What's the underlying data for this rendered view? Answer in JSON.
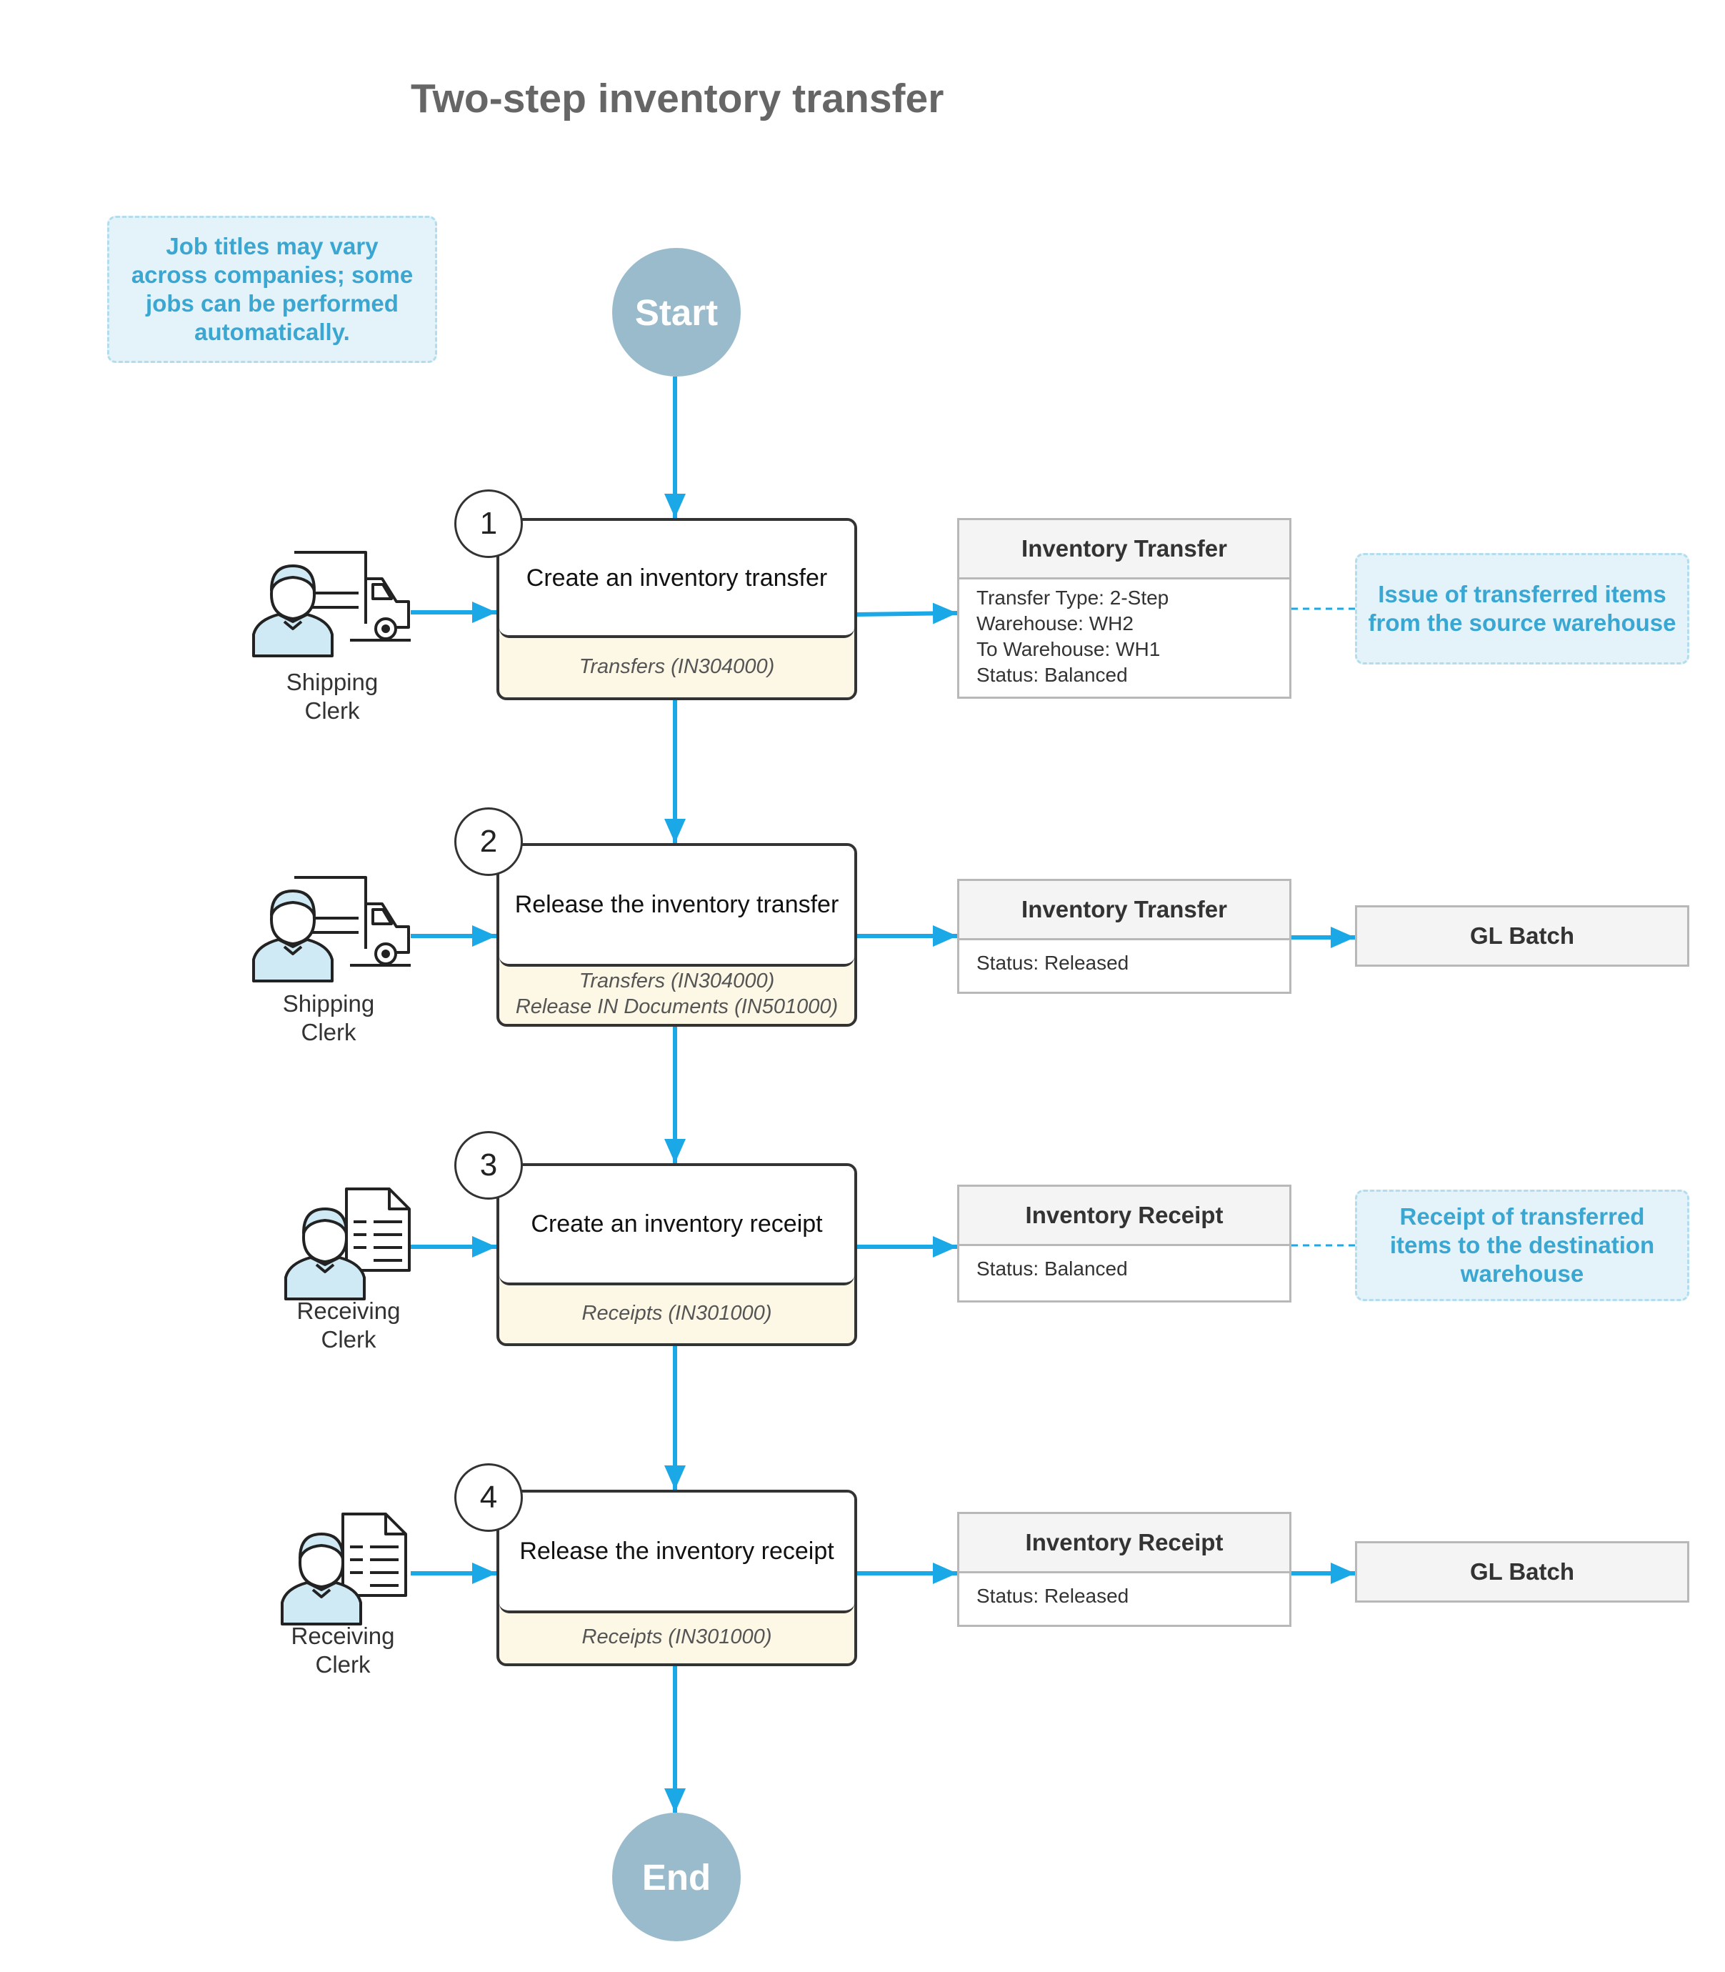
{
  "title": "Two-step inventory transfer",
  "note": "Job titles may vary\nacross companies; some\njobs can be performed\nautomatically.",
  "start_label": "Start",
  "end_label": "End",
  "steps": [
    {
      "number": "1",
      "label": "Create an inventory transfer",
      "screens": [
        "Transfers (IN304000)"
      ],
      "role": [
        "Shipping",
        "Clerk"
      ],
      "role_icon": "shipping-clerk-icon"
    },
    {
      "number": "2",
      "label": "Release the inventory transfer",
      "screens": [
        "Transfers (IN304000)",
        "Release IN Documents (IN501000)"
      ],
      "role": [
        "Shipping",
        "Clerk"
      ],
      "role_icon": "shipping-clerk-icon"
    },
    {
      "number": "3",
      "label": "Create an inventory receipt",
      "screens": [
        "Receipts (IN301000)"
      ],
      "role": [
        "Receiving",
        "Clerk"
      ],
      "role_icon": "receiving-clerk-icon"
    },
    {
      "number": "4",
      "label": "Release the inventory receipt",
      "screens": [
        "Receipts (IN301000)"
      ],
      "role": [
        "Receiving",
        "Clerk"
      ],
      "role_icon": "receiving-clerk-icon"
    }
  ],
  "documents": [
    {
      "title": "Inventory Transfer",
      "lines": [
        "Transfer Type: 2-Step",
        "Warehouse: WH2",
        "To Warehouse: WH1",
        "Status: Balanced"
      ]
    },
    {
      "title": "Inventory Transfer",
      "lines": [
        "Status: Released"
      ]
    },
    {
      "title": "Inventory Receipt",
      "lines": [
        "Status: Balanced"
      ]
    },
    {
      "title": "Inventory Receipt",
      "lines": [
        "Status: Released"
      ]
    }
  ],
  "gl_batches": [
    "GL Batch",
    "GL Batch"
  ],
  "side_notes": [
    "Issue of transferred items\nfrom the source warehouse",
    "Receipt of transferred\nitems to the destination\nwarehouse"
  ],
  "colors": {
    "arrow": "#1aa9e6",
    "start_end_fill": "#99bbcc",
    "step_screen_fill": "#fdf8e6",
    "note_fill": "#e3f3f9",
    "note_text": "#3aa6d2",
    "person_fill": "#cfeaf5"
  }
}
